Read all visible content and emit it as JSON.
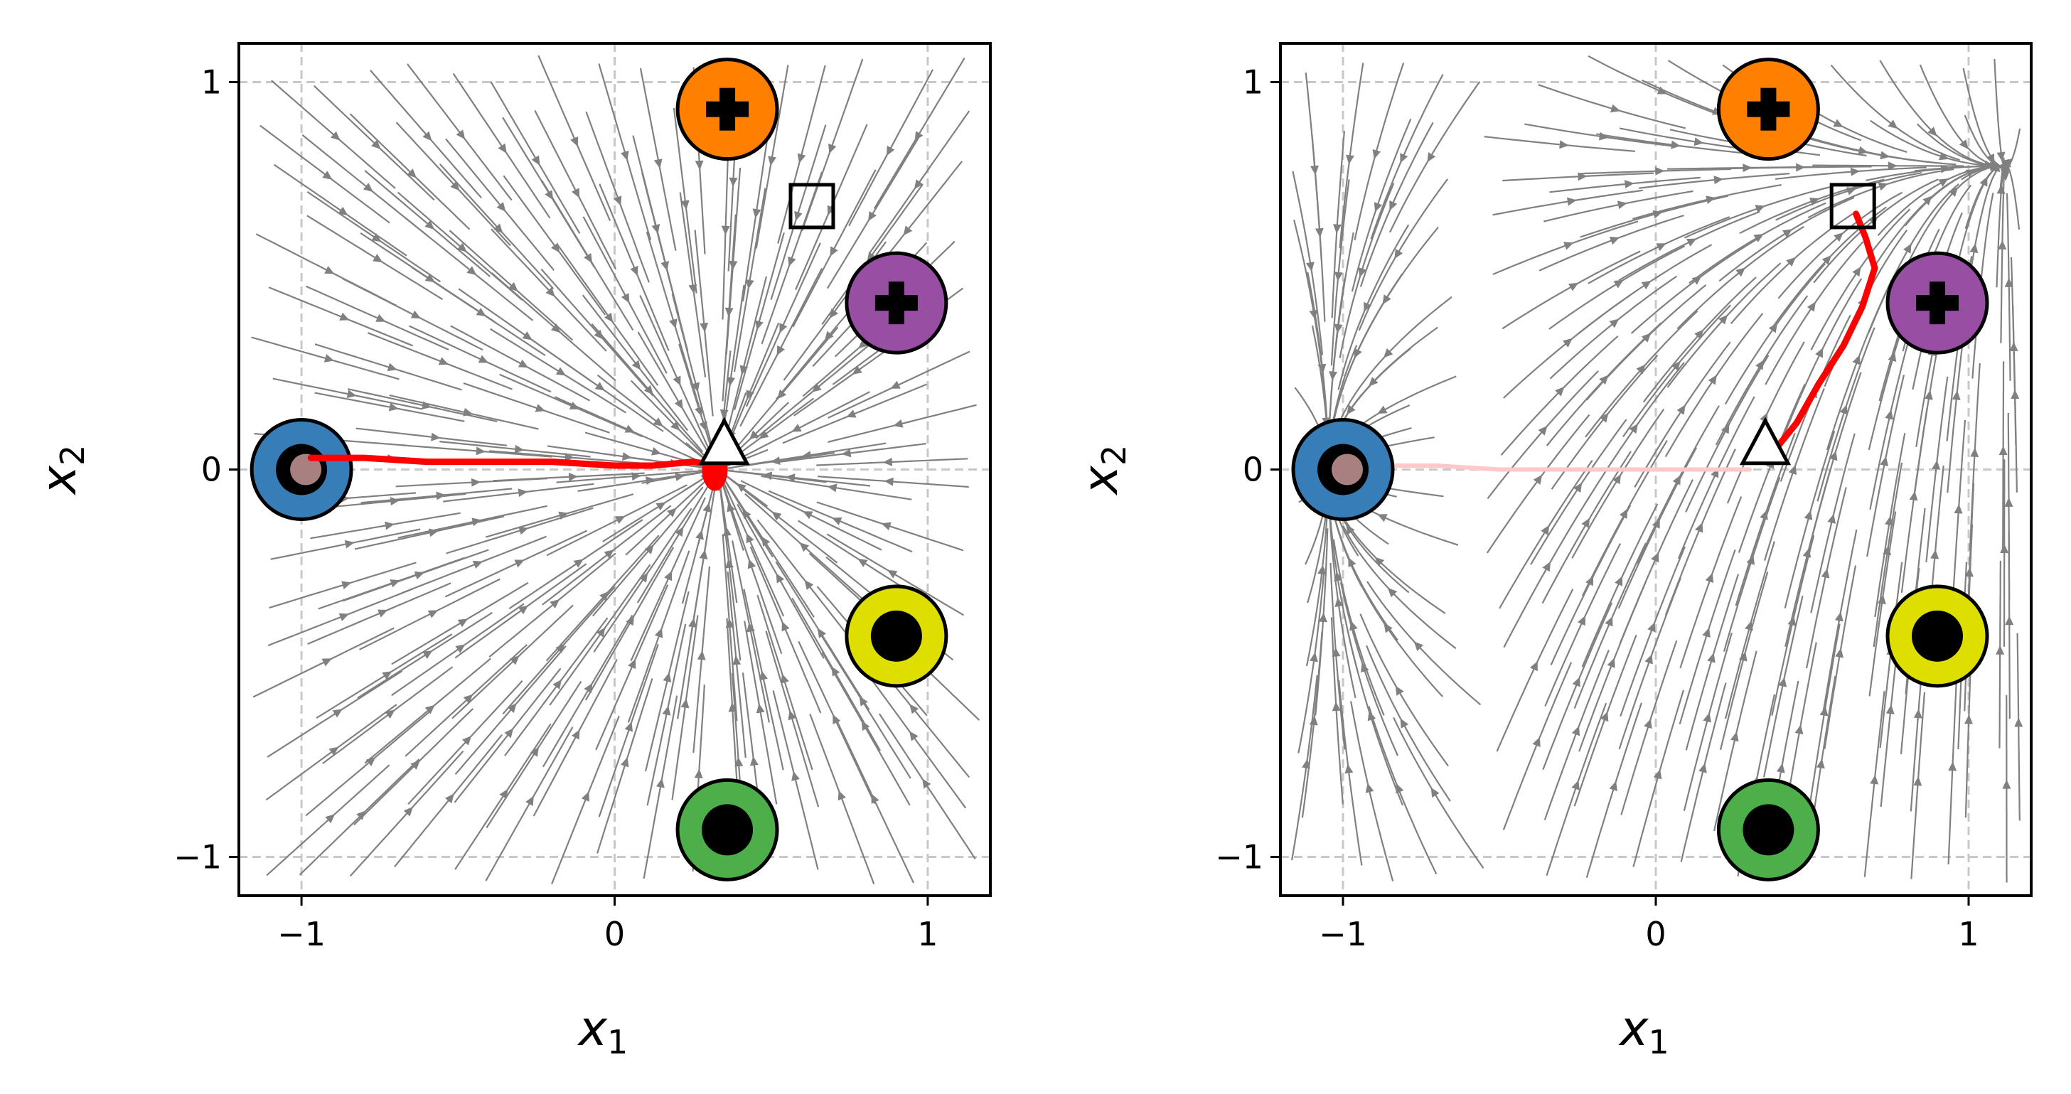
{
  "chart_data": [
    {
      "type": "streamplot",
      "panel": "left",
      "xlabel": "x",
      "xlabel_sub": "1",
      "ylabel": "x",
      "ylabel_sub": "2",
      "xlim": [
        -1.2,
        1.2
      ],
      "ylim": [
        -1.1,
        1.1
      ],
      "xticks": [
        -1,
        0,
        1
      ],
      "yticks": [
        -1,
        0,
        1
      ],
      "xtick_labels": [
        "−1",
        "0",
        "1"
      ],
      "ytick_labels": [
        "−1",
        "0",
        "1"
      ],
      "grid": true,
      "field": {
        "kind": "attractor",
        "center": [
          0.33,
          0.0
        ]
      },
      "targets": [
        {
          "x": -1.0,
          "y": 0.0,
          "color": "#377eb8",
          "marker": "none"
        },
        {
          "x": 0.36,
          "y": 0.93,
          "color": "#ff7f00",
          "marker": "plus"
        },
        {
          "x": 0.9,
          "y": 0.43,
          "color": "#984ea3",
          "marker": "plus"
        },
        {
          "x": 0.9,
          "y": -0.43,
          "color": "#dede00",
          "marker": "dot"
        },
        {
          "x": 0.36,
          "y": -0.93,
          "color": "#4daf4a",
          "marker": "dot"
        }
      ],
      "square": {
        "x": 0.63,
        "y": 0.68
      },
      "triangle": {
        "x": 0.35,
        "y": 0.06
      },
      "trajectory": {
        "color": "#ff0000",
        "points": [
          [
            0.33,
            0.01
          ],
          [
            0.25,
            0.02
          ],
          [
            0.12,
            0.01
          ],
          [
            0.0,
            0.01
          ],
          [
            -0.2,
            0.02
          ],
          [
            -0.4,
            0.02
          ],
          [
            -0.6,
            0.02
          ],
          [
            -0.8,
            0.03
          ],
          [
            -0.97,
            0.03
          ]
        ]
      }
    },
    {
      "type": "streamplot",
      "panel": "right",
      "xlabel": "x",
      "xlabel_sub": "1",
      "ylabel": "x",
      "ylabel_sub": "2",
      "xlim": [
        -1.2,
        1.2
      ],
      "ylim": [
        -1.1,
        1.1
      ],
      "xticks": [
        -1,
        0,
        1
      ],
      "yticks": [
        -1,
        0,
        1
      ],
      "xtick_labels": [
        "−1",
        "0",
        "1"
      ],
      "ytick_labels": [
        "−1",
        "0",
        "1"
      ],
      "grid": true,
      "field": {
        "kind": "saddle",
        "center": [
          -0.55,
          0.0
        ]
      },
      "targets": [
        {
          "x": -1.0,
          "y": 0.0,
          "color": "#377eb8",
          "marker": "none"
        },
        {
          "x": 0.36,
          "y": 0.93,
          "color": "#ff7f00",
          "marker": "plus"
        },
        {
          "x": 0.9,
          "y": 0.43,
          "color": "#984ea3",
          "marker": "plus"
        },
        {
          "x": 0.9,
          "y": -0.43,
          "color": "#dede00",
          "marker": "dot"
        },
        {
          "x": 0.36,
          "y": -0.93,
          "color": "#4daf4a",
          "marker": "dot"
        }
      ],
      "square": {
        "x": 0.63,
        "y": 0.68
      },
      "triangle": {
        "x": 0.35,
        "y": 0.06
      },
      "trajectory": {
        "color": "#ff0000",
        "points": [
          [
            0.3,
            0.02
          ],
          [
            0.38,
            0.05
          ],
          [
            0.45,
            0.12
          ],
          [
            0.52,
            0.22
          ],
          [
            0.6,
            0.32
          ],
          [
            0.66,
            0.42
          ],
          [
            0.7,
            0.52
          ],
          [
            0.67,
            0.6
          ],
          [
            0.64,
            0.66
          ]
        ]
      },
      "faint_trajectory": {
        "color": "#ffc8c8",
        "points": [
          [
            0.3,
            0.0
          ],
          [
            0.1,
            0.0
          ],
          [
            -0.1,
            0.0
          ],
          [
            -0.3,
            0.0
          ],
          [
            -0.5,
            0.0
          ],
          [
            -0.7,
            0.01
          ],
          [
            -0.9,
            0.01
          ],
          [
            -0.98,
            0.01
          ]
        ]
      }
    }
  ]
}
